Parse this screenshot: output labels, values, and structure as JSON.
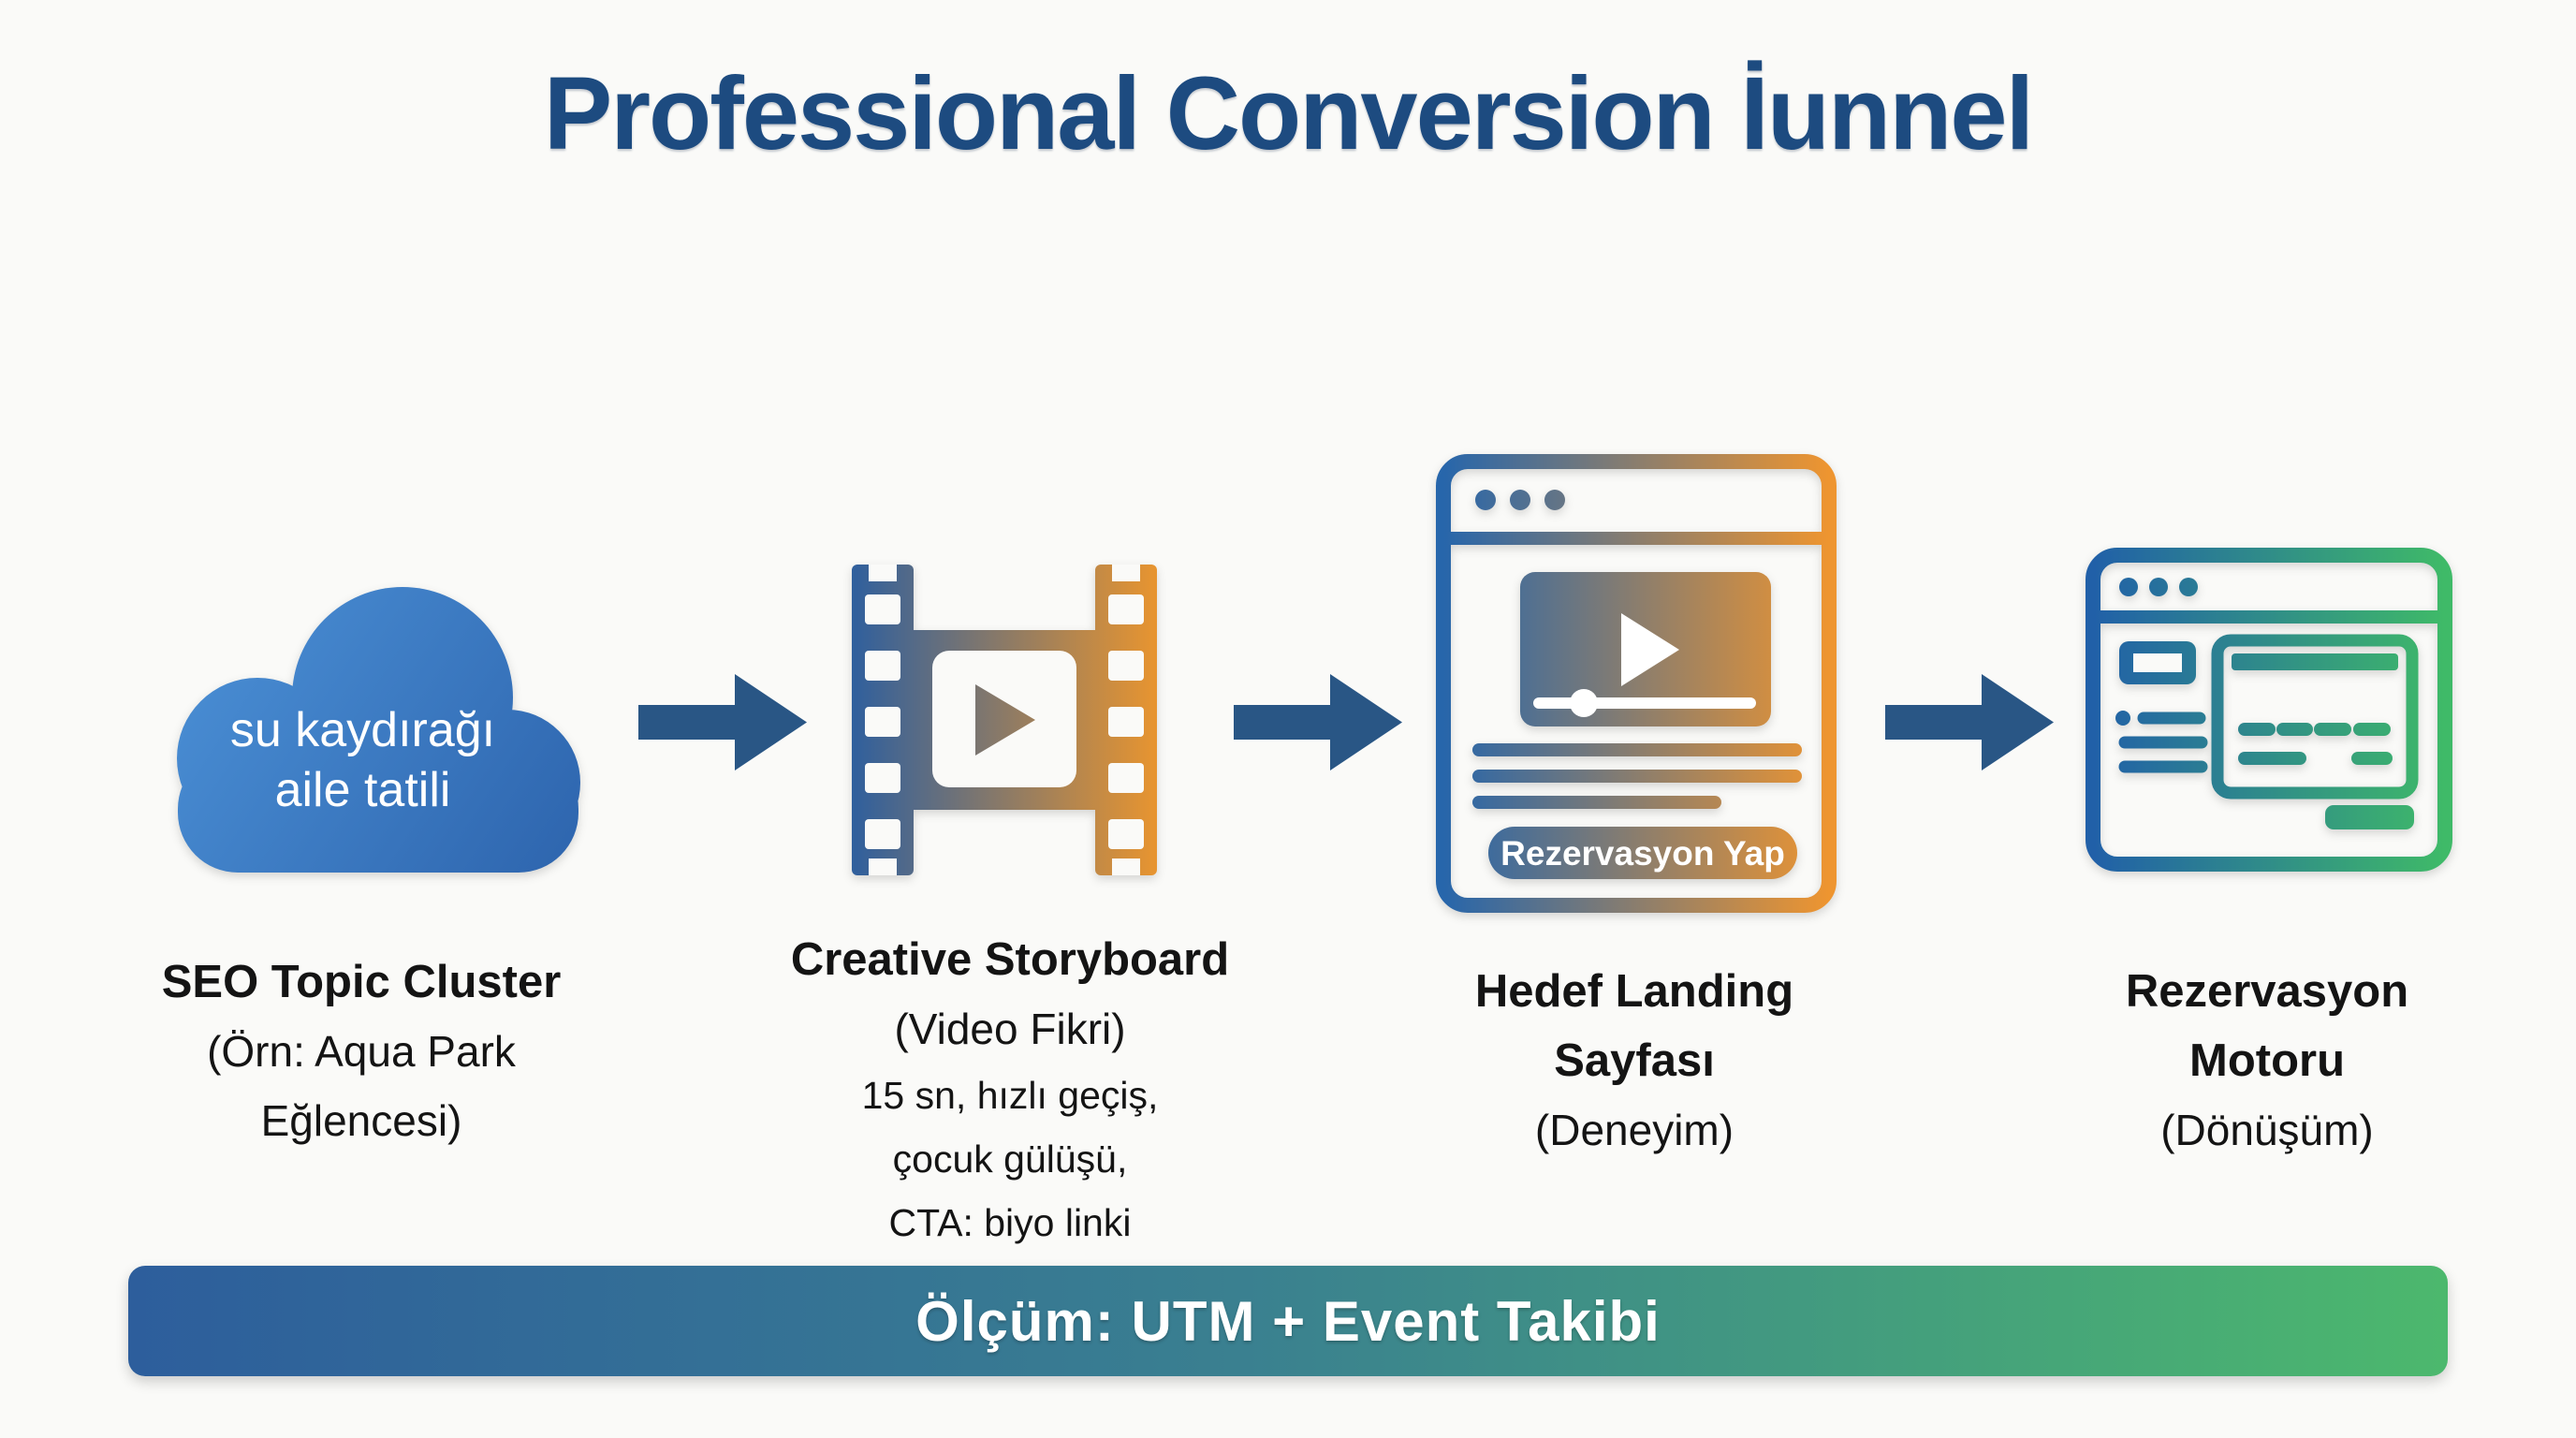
{
  "title": "Professional Conversion İunnel",
  "stages": [
    {
      "name": "seo-topic-cluster",
      "icon": "cloud-icon",
      "icon_text": {
        "line1": "su kaydırağı",
        "line2": "aile tatili"
      },
      "label": {
        "line1": "SEO Topic Cluster",
        "line2": "(Örn: Aqua Park",
        "line3": "Eğlencesi)"
      }
    },
    {
      "name": "creative-storyboard",
      "icon": "filmstrip-icon",
      "label": {
        "line1": "Creative Storyboard",
        "line2": "(Video Fikri)",
        "line3": "15 sn, hızlı geçiş,",
        "line4": "çocuk gülüşü,",
        "line5": "CTA: biyo linki"
      }
    },
    {
      "name": "hedef-landing-sayfasi",
      "icon": "landing-page-icon",
      "button_label": "Rezervasyon Yap",
      "label": {
        "line1": "Hedef Landing",
        "line2": "Sayfası",
        "line3": "(Deneyim)"
      }
    },
    {
      "name": "rezervasyon-motoru",
      "icon": "booking-engine-icon",
      "label": {
        "line1": "Rezervasyon",
        "line2": "Motoru",
        "line3": "(Dönüşüm)"
      }
    }
  ],
  "footer": {
    "text": "Ölçüm: UTM + Event Takibi"
  },
  "colors": {
    "background": "#fafaf8",
    "title_text": "#1d4b80",
    "label_text": "#141414",
    "arrow": "#295685",
    "cloud_gradient_start": "#4b90d6",
    "cloud_gradient_end": "#2d64ad",
    "film_gradient_start": "#2e5f9e",
    "film_gradient_end": "#e9952f",
    "landing_gradient_start": "#2766ab",
    "landing_gradient_end": "#ee9530",
    "booking_gradient_start": "#2160a8",
    "booking_gradient_end": "#3fba68",
    "footer_gradient_start": "#2d5e9c",
    "footer_gradient_end": "#4cb86d"
  }
}
